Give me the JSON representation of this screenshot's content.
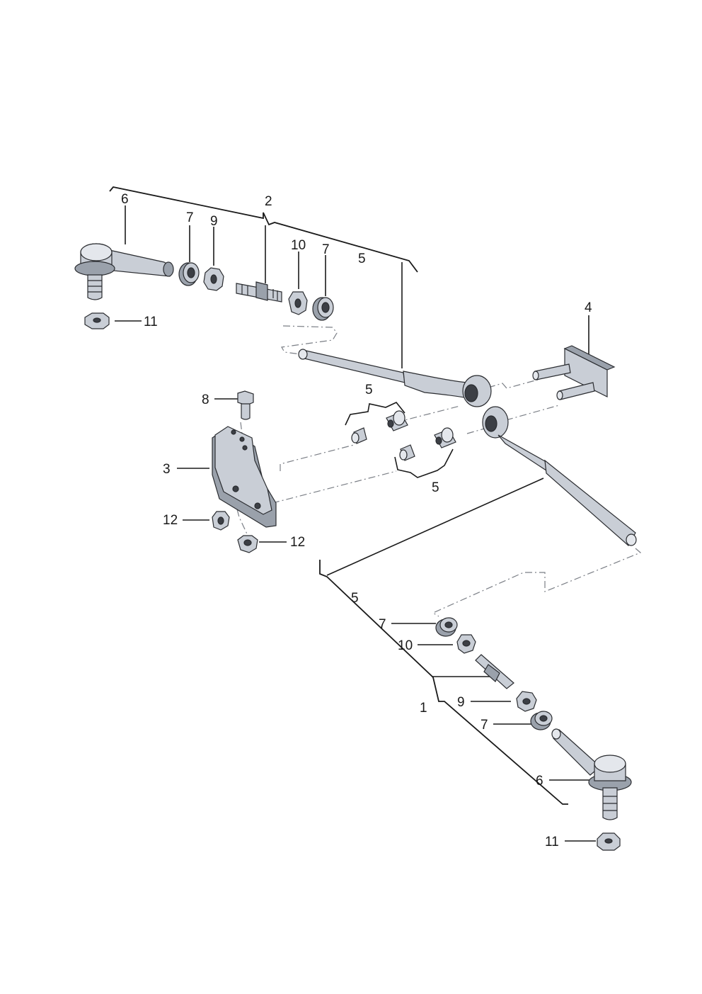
{
  "callouts": [
    {
      "id": "c6a",
      "text": "6"
    },
    {
      "id": "c7a",
      "text": "7"
    },
    {
      "id": "c9a",
      "text": "9"
    },
    {
      "id": "c2",
      "text": "2"
    },
    {
      "id": "c10a",
      "text": "10"
    },
    {
      "id": "c7b",
      "text": "7"
    },
    {
      "id": "c5a",
      "text": "5"
    },
    {
      "id": "c11a",
      "text": "11"
    },
    {
      "id": "c4",
      "text": "4"
    },
    {
      "id": "c8",
      "text": "8"
    },
    {
      "id": "c5b",
      "text": "5"
    },
    {
      "id": "c3",
      "text": "3"
    },
    {
      "id": "c5c",
      "text": "5"
    },
    {
      "id": "c12a",
      "text": "12"
    },
    {
      "id": "c12b",
      "text": "12"
    },
    {
      "id": "c5d",
      "text": "5"
    },
    {
      "id": "c7c",
      "text": "7"
    },
    {
      "id": "c10b",
      "text": "10"
    },
    {
      "id": "c1",
      "text": "1"
    },
    {
      "id": "c9b",
      "text": "9"
    },
    {
      "id": "c7d",
      "text": "7"
    },
    {
      "id": "c6b",
      "text": "6"
    },
    {
      "id": "c11b",
      "text": "11"
    }
  ],
  "colors": {
    "line": "#1a1a1a",
    "metal": "#c9ced6",
    "metal_dark": "#9aa1ab",
    "phantom": "#7b7f86"
  }
}
